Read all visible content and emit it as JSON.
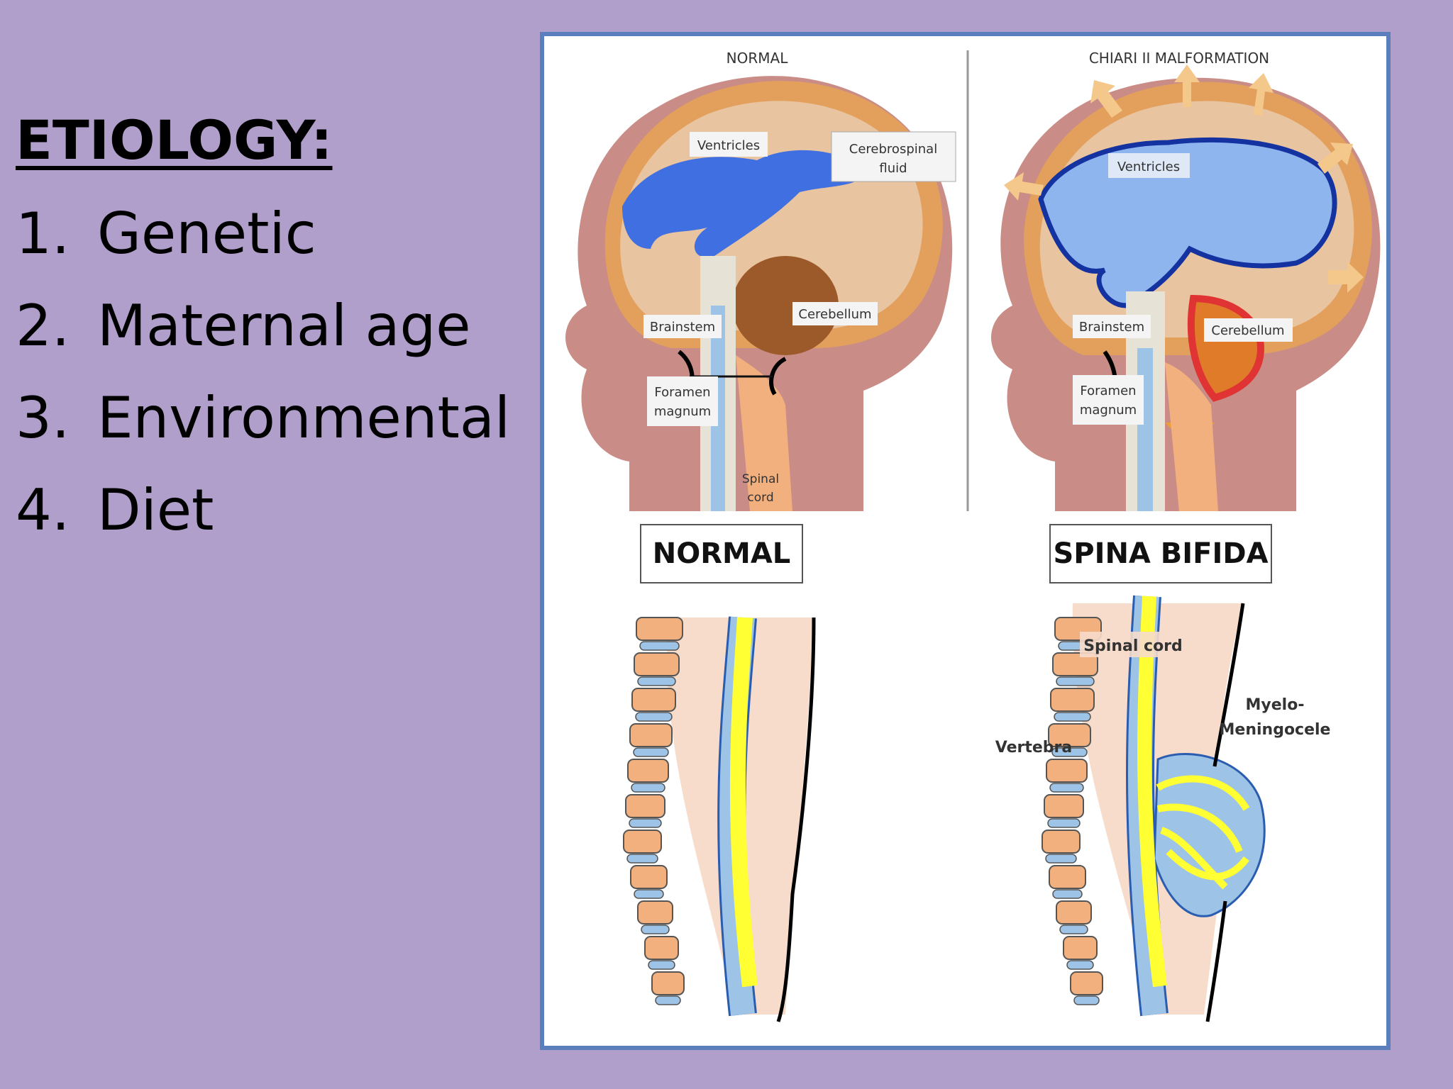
{
  "slide": {
    "title": "ETIOLOGY:",
    "items": [
      {
        "num": "1.",
        "text": "Genetic"
      },
      {
        "num": "2.",
        "text": "Maternal age"
      },
      {
        "num": "3.",
        "text": "Environmental"
      },
      {
        "num": "4.",
        "text": "Diet"
      }
    ]
  },
  "figure": {
    "top_left_title": "NORMAL",
    "top_right_title": "CHIARI II MALFORMATION",
    "normal_labels": {
      "ventricles": "Ventricles",
      "csf_line1": "Cerebrospinal",
      "csf_line2": "fluid",
      "brainstem": "Brainstem",
      "cerebellum": "Cerebellum",
      "foramen_line1": "Foramen",
      "foramen_line2": "magnum",
      "spinal_line1": "Spinal",
      "spinal_line2": "cord"
    },
    "chiari_labels": {
      "ventricles": "Ventricles",
      "brainstem": "Brainstem",
      "cerebellum": "Cerebellum",
      "foramen_line1": "Foramen",
      "foramen_line2": "magnum"
    },
    "bottom_left_title": "NORMAL",
    "bottom_right_title": "SPINA BIFIDA",
    "spina_labels": {
      "spinal_cord": "Spinal cord",
      "vertebra": "Vertebra",
      "myelo_line1": "Myelo-",
      "myelo_line2": "Meningocele"
    },
    "colors": {
      "background": "#b19fcb",
      "frame": "#5b7fbd",
      "skin": "#c98c86",
      "skull": "#e3a05d",
      "brain": "#e8c4a0",
      "ventricle": "#3f6fe0",
      "vertebra": "#f1b07e",
      "disc": "#9dc3e6",
      "cord": "#ffff33"
    }
  }
}
